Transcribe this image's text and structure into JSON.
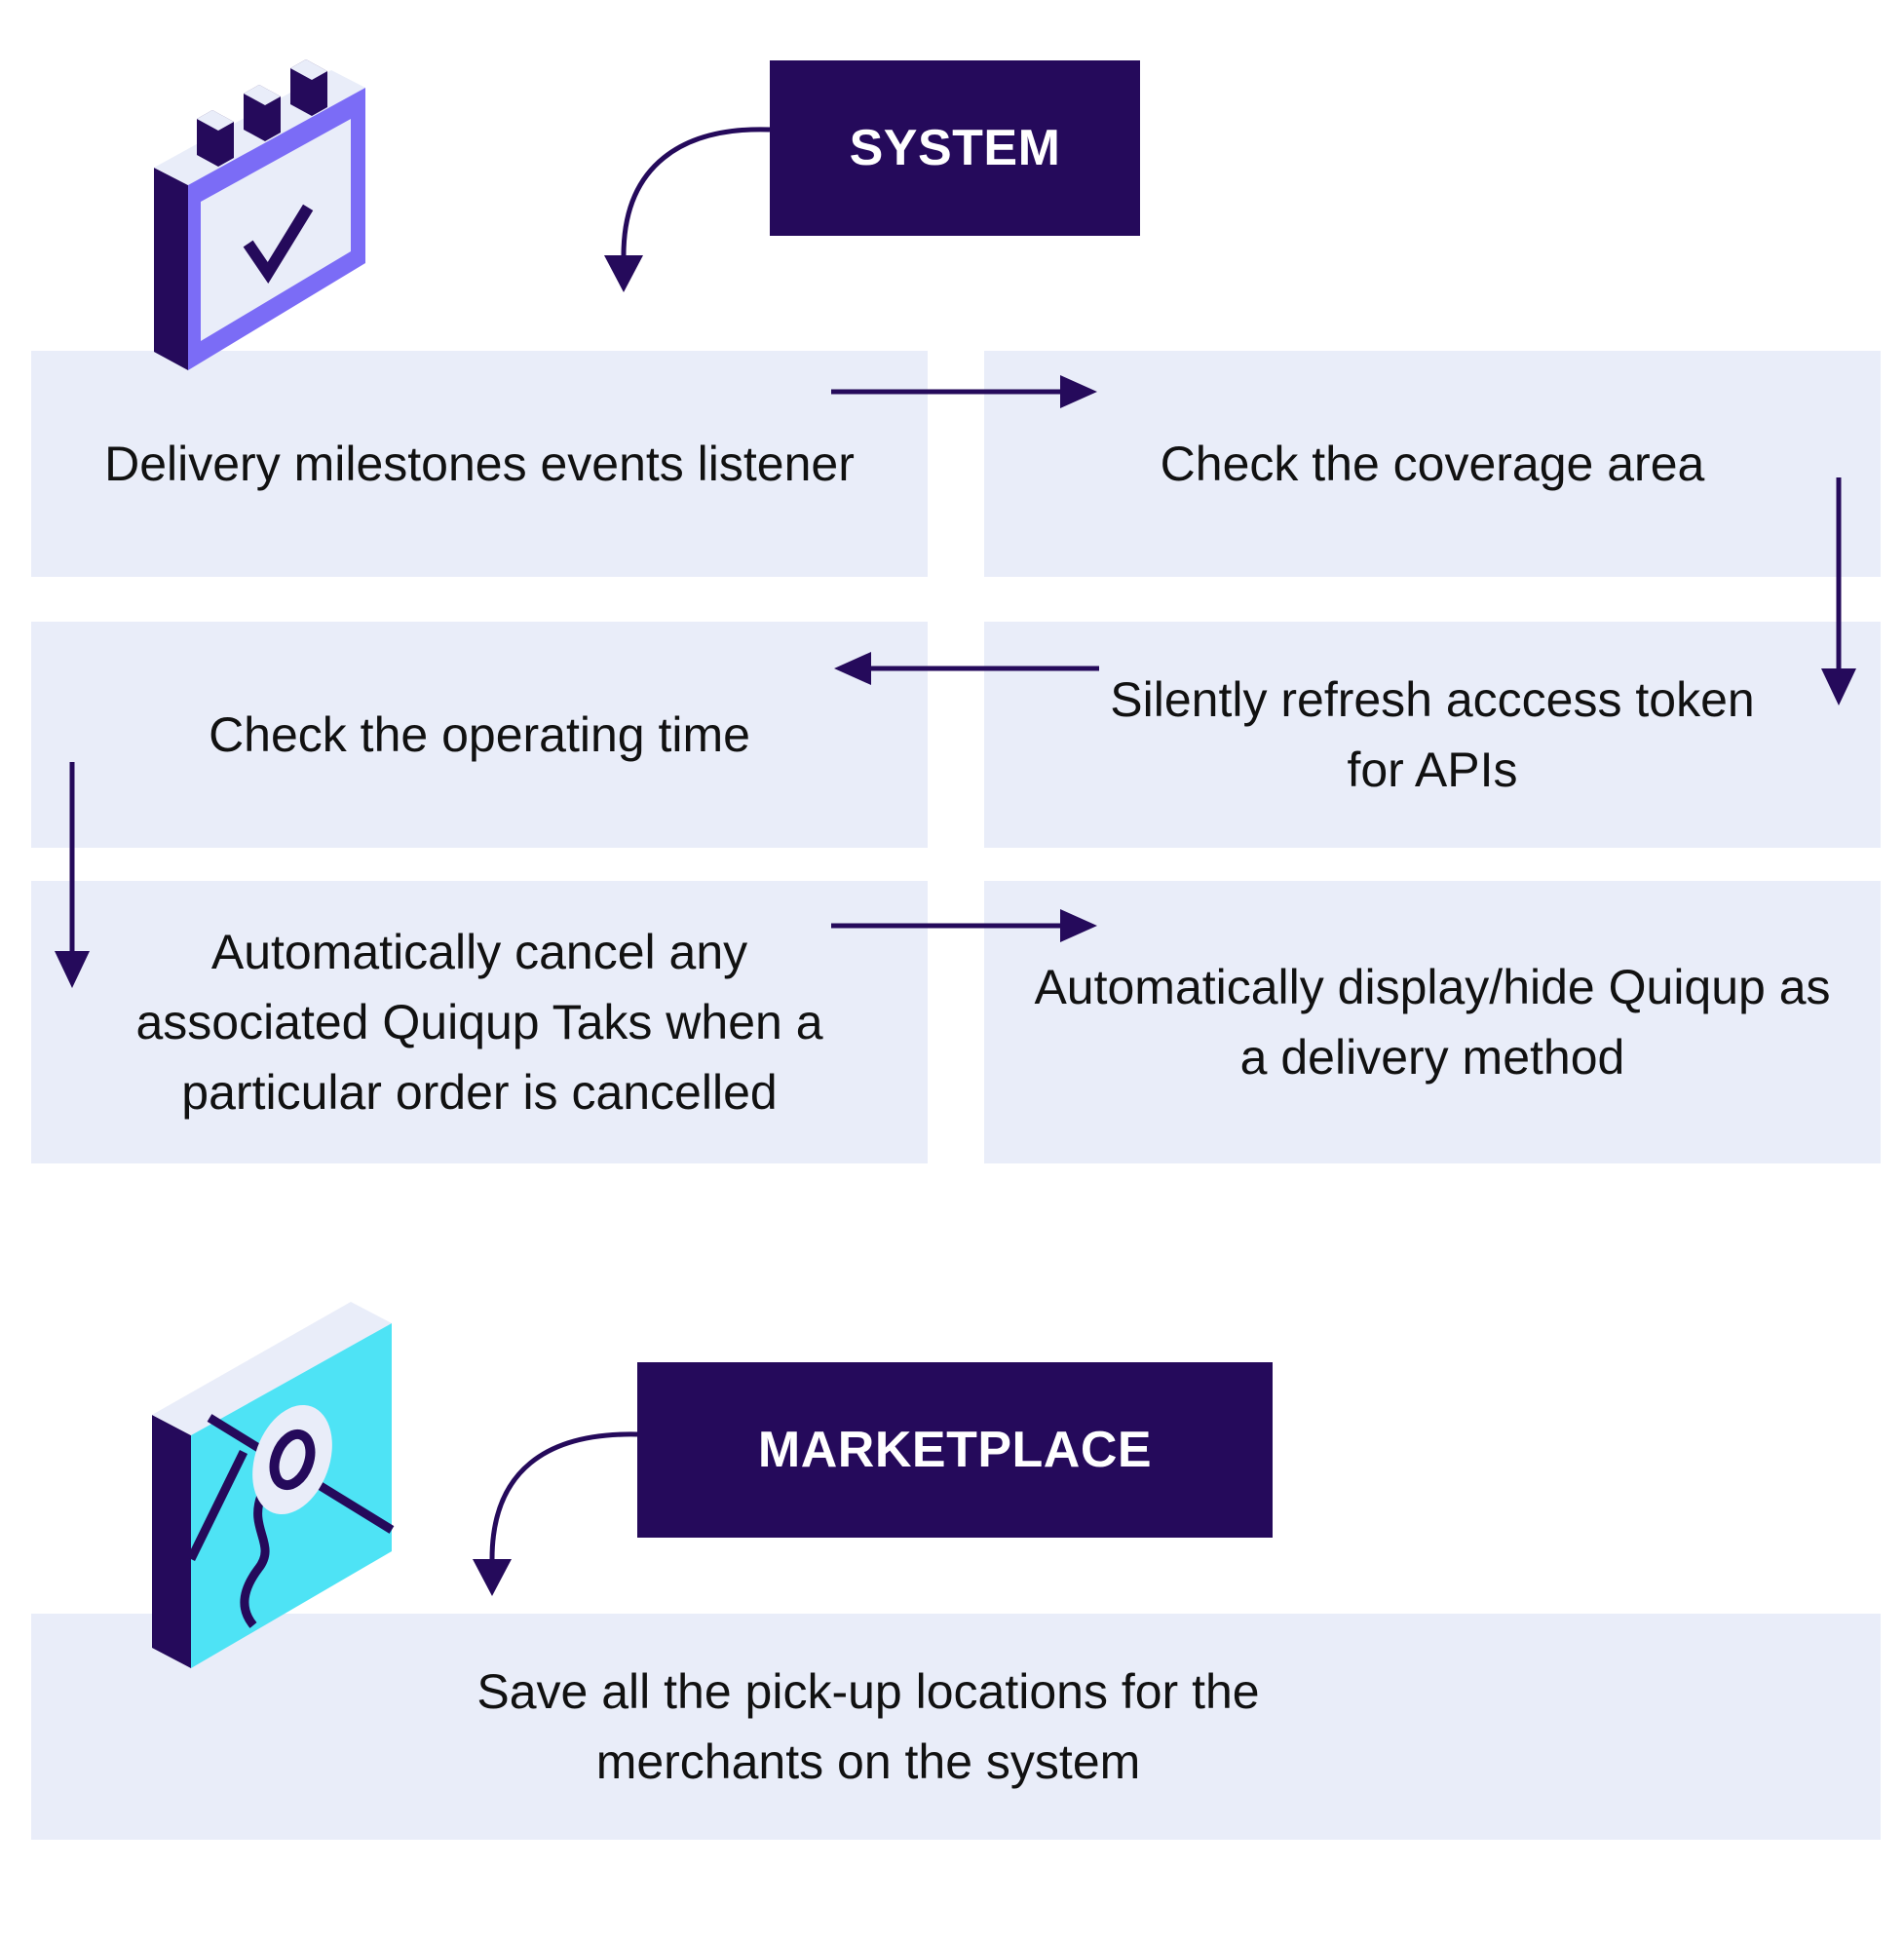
{
  "system": {
    "header": "SYSTEM",
    "icon": "calendar-check-icon",
    "steps": [
      "Delivery milestones events listener",
      "Check the coverage area",
      "Silently refresh acccess token for APIs",
      "Check the operating time",
      "Automatically cancel any associated Quiqup Taks when a particular order is cancelled",
      "Automatically display/hide Quiqup as a delivery method"
    ]
  },
  "marketplace": {
    "header": "MARKETPLACE",
    "icon": "map-pin-icon",
    "steps": [
      "Save all the pick-up locations for the merchants on the system"
    ]
  },
  "colors": {
    "header_bg": "#250a5b",
    "panel_bg": "#e9edf9",
    "arrow": "#250a5b",
    "calendar_accent": "#7b6cf6",
    "map_accent": "#4ee3f5"
  }
}
